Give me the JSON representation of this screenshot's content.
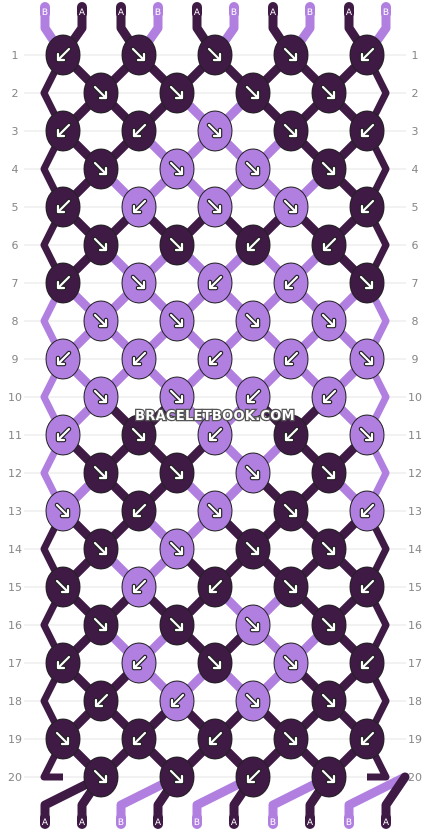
{
  "colors": {
    "A": "#3f1a45",
    "B": "#b07fe0"
  },
  "top_strings": [
    "B",
    "A",
    "A",
    "B",
    "A",
    "B",
    "A",
    "B",
    "A",
    "B"
  ],
  "bottom_strings": [
    "A",
    "A",
    "B",
    "A",
    "B",
    "A",
    "B",
    "A",
    "B",
    "A"
  ],
  "row_numbers": [
    "1",
    "2",
    "3",
    "4",
    "5",
    "6",
    "7",
    "8",
    "9",
    "10",
    "11",
    "12",
    "13",
    "14",
    "15",
    "16",
    "17",
    "18",
    "19",
    "20"
  ],
  "watermark": "BRACELETBOOK.COM",
  "rows": [
    [
      {
        "c": "A",
        "d": "SW"
      },
      {
        "c": "A",
        "d": "SE"
      },
      {
        "c": "A",
        "d": "SE"
      },
      {
        "c": "A",
        "d": "SE"
      },
      {
        "c": "A",
        "d": "SW"
      }
    ],
    [
      {
        "c": "A",
        "d": "SE"
      },
      {
        "c": "A",
        "d": "SE"
      },
      {
        "c": "A",
        "d": "SE"
      },
      {
        "c": "A",
        "d": "SE"
      }
    ],
    [
      {
        "c": "A",
        "d": "SW"
      },
      {
        "c": "A",
        "d": "SW"
      },
      {
        "c": "B",
        "d": "SE"
      },
      {
        "c": "A",
        "d": "SE"
      },
      {
        "c": "A",
        "d": "SW"
      }
    ],
    [
      {
        "c": "A",
        "d": "SE"
      },
      {
        "c": "B",
        "d": "SE"
      },
      {
        "c": "B",
        "d": "SE"
      },
      {
        "c": "A",
        "d": "SE"
      }
    ],
    [
      {
        "c": "A",
        "d": "SW"
      },
      {
        "c": "B",
        "d": "SW"
      },
      {
        "c": "B",
        "d": "SE"
      },
      {
        "c": "B",
        "d": "SE"
      },
      {
        "c": "A",
        "d": "SW"
      }
    ],
    [
      {
        "c": "A",
        "d": "SE"
      },
      {
        "c": "A",
        "d": "SE"
      },
      {
        "c": "A",
        "d": "SW"
      },
      {
        "c": "A",
        "d": "SW"
      }
    ],
    [
      {
        "c": "A",
        "d": "SW"
      },
      {
        "c": "B",
        "d": "SE"
      },
      {
        "c": "B",
        "d": "SW"
      },
      {
        "c": "B",
        "d": "SW"
      },
      {
        "c": "A",
        "d": "SE"
      }
    ],
    [
      {
        "c": "B",
        "d": "SE"
      },
      {
        "c": "B",
        "d": "SE"
      },
      {
        "c": "B",
        "d": "SE"
      },
      {
        "c": "B",
        "d": "SE"
      }
    ],
    [
      {
        "c": "B",
        "d": "SW"
      },
      {
        "c": "B",
        "d": "SW"
      },
      {
        "c": "B",
        "d": "SW"
      },
      {
        "c": "B",
        "d": "SW"
      },
      {
        "c": "B",
        "d": "SE"
      }
    ],
    [
      {
        "c": "B",
        "d": "SE"
      },
      {
        "c": "B",
        "d": "SE"
      },
      {
        "c": "B",
        "d": "SW"
      },
      {
        "c": "B",
        "d": "SW"
      }
    ],
    [
      {
        "c": "B",
        "d": "SW"
      },
      {
        "c": "A",
        "d": "SE"
      },
      {
        "c": "B",
        "d": "SW"
      },
      {
        "c": "A",
        "d": "SW"
      },
      {
        "c": "B",
        "d": "SE"
      }
    ],
    [
      {
        "c": "A",
        "d": "SE"
      },
      {
        "c": "A",
        "d": "SE"
      },
      {
        "c": "B",
        "d": "SE"
      },
      {
        "c": "A",
        "d": "SE"
      }
    ],
    [
      {
        "c": "B",
        "d": "SE"
      },
      {
        "c": "A",
        "d": "SW"
      },
      {
        "c": "B",
        "d": "SE"
      },
      {
        "c": "A",
        "d": "SE"
      },
      {
        "c": "B",
        "d": "SW"
      }
    ],
    [
      {
        "c": "A",
        "d": "SE"
      },
      {
        "c": "B",
        "d": "SE"
      },
      {
        "c": "A",
        "d": "SE"
      },
      {
        "c": "A",
        "d": "SE"
      }
    ],
    [
      {
        "c": "A",
        "d": "SE"
      },
      {
        "c": "B",
        "d": "SW"
      },
      {
        "c": "A",
        "d": "SW"
      },
      {
        "c": "A",
        "d": "SE"
      },
      {
        "c": "A",
        "d": "SW"
      }
    ],
    [
      {
        "c": "A",
        "d": "SE"
      },
      {
        "c": "A",
        "d": "SE"
      },
      {
        "c": "B",
        "d": "SE"
      },
      {
        "c": "A",
        "d": "SE"
      }
    ],
    [
      {
        "c": "A",
        "d": "SW"
      },
      {
        "c": "B",
        "d": "SW"
      },
      {
        "c": "A",
        "d": "SE"
      },
      {
        "c": "B",
        "d": "SE"
      },
      {
        "c": "A",
        "d": "SW"
      }
    ],
    [
      {
        "c": "A",
        "d": "SW"
      },
      {
        "c": "B",
        "d": "SW"
      },
      {
        "c": "B",
        "d": "SE"
      },
      {
        "c": "A",
        "d": "SE"
      }
    ],
    [
      {
        "c": "A",
        "d": "SE"
      },
      {
        "c": "A",
        "d": "SW"
      },
      {
        "c": "A",
        "d": "SW"
      },
      {
        "c": "A",
        "d": "SE"
      },
      {
        "c": "A",
        "d": "SW"
      }
    ],
    [
      {
        "c": "A",
        "d": "SE"
      },
      {
        "c": "A",
        "d": "SE"
      },
      {
        "c": "A",
        "d": "SW"
      },
      {
        "c": "A",
        "d": "SE"
      }
    ]
  ]
}
